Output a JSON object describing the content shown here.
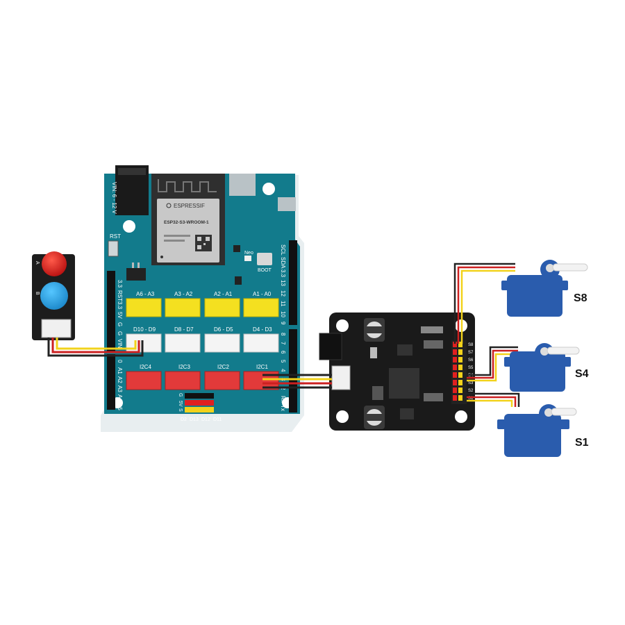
{
  "controller": {
    "power_label": "VIN: 6 - 12 V",
    "rst_label": "RST",
    "module_brand": "ESPRESSIF",
    "module_model": "ESP32-S3-WROOM-1",
    "neo_label": "Neo",
    "boot_label": "BOOT",
    "analog_ports": [
      "A6 - A3",
      "A3 - A2",
      "A2 - A1",
      "A1 - A0"
    ],
    "digital_ports": [
      "D10 - D9",
      "D8 - D7",
      "D6 - D5",
      "D4 - D3"
    ],
    "i2c_ports": [
      "I2C4",
      "I2C3",
      "I2C2",
      "I2C1"
    ],
    "left_header_top": [
      "3.3",
      "RST",
      "3.3",
      "5V",
      "G",
      "G",
      "VIN"
    ],
    "left_header_bottom": [
      "0",
      "A1",
      "A2",
      "A3",
      "A4",
      "A5"
    ],
    "right_header_top": [
      "SCL",
      "SDA",
      "3.3",
      "13",
      "12",
      "11",
      "10",
      "9"
    ],
    "right_header_bottom": [
      "8",
      "7",
      "6",
      "5",
      "4",
      "3",
      "2",
      "Rx",
      "Tx"
    ],
    "pin_header_row_labels": [
      "G",
      "5V",
      "S"
    ],
    "pin_header_col_labels": [
      "D2",
      "D13",
      "D12",
      "D11"
    ]
  },
  "button_module": {
    "button_a_label": "A",
    "button_b_label": "B",
    "colors": {
      "a": "#e02020",
      "b": "#2aa0e0"
    }
  },
  "driver_board": {
    "channel_labels": [
      "S8",
      "S7",
      "S6",
      "S5",
      "S4",
      "S3",
      "S2",
      "S1"
    ]
  },
  "servos": [
    {
      "label": "S8"
    },
    {
      "label": "S4"
    },
    {
      "label": "S1"
    }
  ],
  "colors": {
    "board": "#127b8c",
    "servo": "#2a5cad",
    "wire_black": "#222222",
    "wire_red": "#cc2020",
    "wire_yellow": "#f2d21b"
  }
}
